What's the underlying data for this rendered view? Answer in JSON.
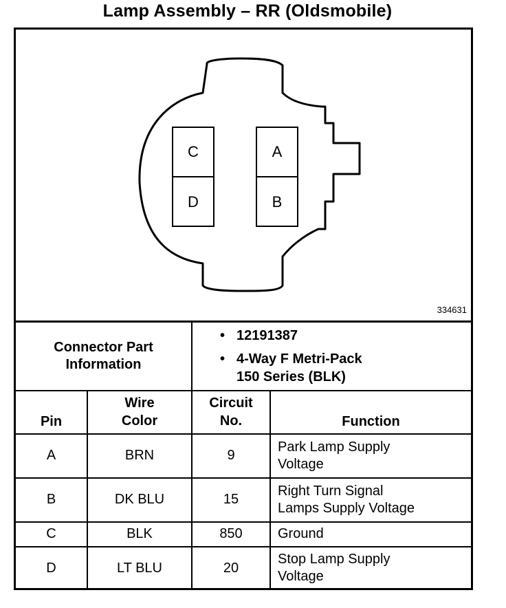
{
  "title": "Lamp Assembly – RR (Oldsmobile)",
  "reference_number": "334631",
  "connector": {
    "pins_top_left": "C",
    "pins_bottom_left": "D",
    "pins_top_right": "A",
    "pins_bottom_right": "B"
  },
  "connector_info": {
    "label_line1": "Connector Part",
    "label_line2": "Information",
    "part_number": "12191387",
    "description_line1": "4-Way F Metri-Pack",
    "description_line2": "150 Series (BLK)",
    "bullet": "•"
  },
  "table": {
    "headers": {
      "pin": "Pin",
      "wire_color_line1": "Wire",
      "wire_color_line2": "Color",
      "circuit_line1": "Circuit",
      "circuit_line2": "No.",
      "function": "Function"
    },
    "rows": [
      {
        "pin": "A",
        "wire_color": "BRN",
        "circuit": "9",
        "function_line1": "Park Lamp Supply",
        "function_line2": "Voltage"
      },
      {
        "pin": "B",
        "wire_color": "DK BLU",
        "circuit": "15",
        "function_line1": "Right Turn Signal",
        "function_line2": "Lamps Supply Voltage"
      },
      {
        "pin": "C",
        "wire_color": "BLK",
        "circuit": "850",
        "function_line1": "Ground",
        "function_line2": ""
      },
      {
        "pin": "D",
        "wire_color": "LT BLU",
        "circuit": "20",
        "function_line1": "Stop Lamp Supply",
        "function_line2": "Voltage"
      }
    ]
  }
}
